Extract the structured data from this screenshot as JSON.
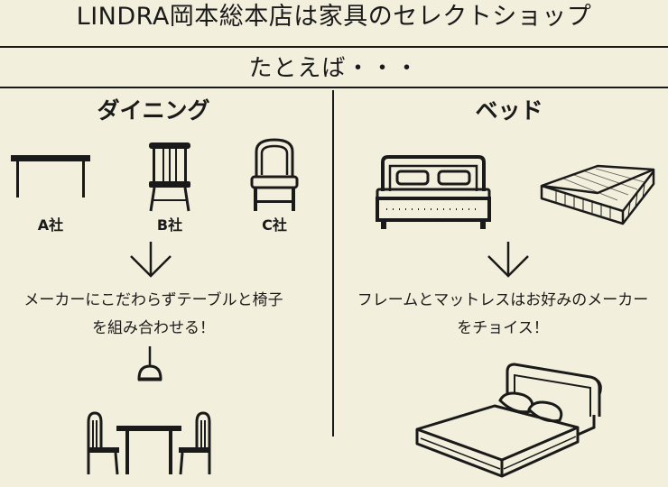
{
  "header": {
    "title": "LINDRA岡本総本店は家具のセレクトショップ"
  },
  "subtitle": "たとえば・・・",
  "colors": {
    "background": "#f2efdc",
    "ink": "#1a1a1a"
  },
  "dining": {
    "heading": "ダイニング",
    "brands": [
      "A社",
      "B社",
      "C社"
    ],
    "description_line1": "メーカーにこだわらずテーブルと椅子",
    "description_line2": "を組み合わせる！"
  },
  "bed": {
    "heading": "ベッド",
    "description_line1": "フレームとマットレスはお好みのメーカー",
    "description_line2": "をチョイス！"
  },
  "icons": {
    "table": "table-icon",
    "chair_b": "spindle-chair-icon",
    "chair_c": "upholstered-chair-icon",
    "arrow": "down-arrow-icon",
    "lamp": "pendant-lamp-icon",
    "dining_set": "dining-set-icon",
    "bed_frame": "bed-frame-icon",
    "mattress": "mattress-icon",
    "bed_complete": "bed-with-mattress-icon"
  }
}
